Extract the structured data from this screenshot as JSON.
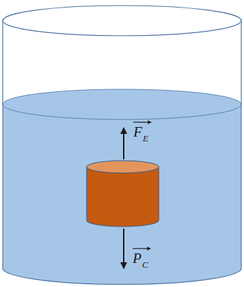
{
  "diagram": {
    "labels": [
      "F",
      "E",
      "P",
      "C"
    ]
  }
}
